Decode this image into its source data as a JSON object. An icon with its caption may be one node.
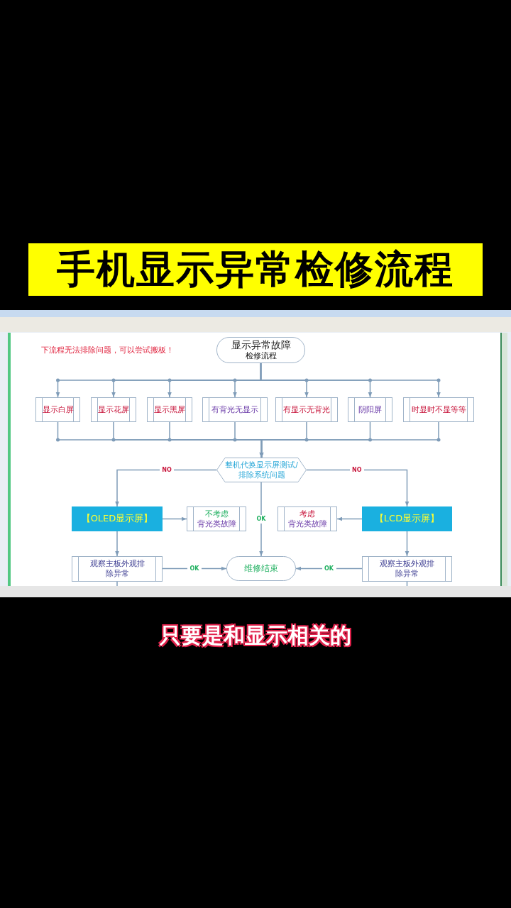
{
  "diagram": {
    "title": "手机显示异常检修流程",
    "caption": "只要是和显示相关的",
    "nodes": [
      {
        "text": [
          "显示异常故障",
          "检修流程"
        ]
      },
      {
        "text": [
          "显示白屏"
        ]
      },
      {
        "text": [
          "显示花屏"
        ]
      },
      {
        "text": [
          "显示黑屏"
        ]
      },
      {
        "text": [
          "有背光无显示"
        ]
      },
      {
        "text": [
          "有显示无背光"
        ]
      },
      {
        "text": [
          "阴阳屏"
        ]
      },
      {
        "text": [
          "时显时不显等等"
        ]
      },
      {
        "text": [
          "整机代换显示屏测试/排除系统问题"
        ]
      },
      {
        "text": [
          "【OLED显示屏】"
        ]
      },
      {
        "text": [
          "不考虑",
          "背光类故障"
        ]
      },
      {
        "text": [
          "考虑",
          "背光类故障"
        ]
      },
      {
        "text": [
          "【LCD显示屏】"
        ]
      },
      {
        "text": [
          "观察主板外观排除异常"
        ]
      },
      {
        "text": [
          "维修结束"
        ]
      },
      {
        "text": [
          "观察主板外观排除异常"
        ]
      }
    ],
    "edges": [
      {
        "from": 0,
        "to": 1,
        "arrow": "to"
      },
      {
        "from": 0,
        "to": 2,
        "arrow": "to"
      },
      {
        "from": 0,
        "to": 3,
        "arrow": "to"
      },
      {
        "from": 0,
        "to": 4,
        "arrow": "to"
      },
      {
        "from": 0,
        "to": 5,
        "arrow": "to"
      },
      {
        "from": 0,
        "to": 6,
        "arrow": "to"
      },
      {
        "from": 0,
        "to": 7,
        "arrow": "to"
      },
      {
        "from": 1,
        "to": 8,
        "arrow": "to"
      },
      {
        "from": 2,
        "to": 8,
        "arrow": "to"
      },
      {
        "from": 3,
        "to": 8,
        "arrow": "to"
      },
      {
        "from": 4,
        "to": 8,
        "arrow": "to"
      },
      {
        "from": 5,
        "to": 8,
        "arrow": "to"
      },
      {
        "from": 6,
        "to": 8,
        "arrow": "to"
      },
      {
        "from": 7,
        "to": 8,
        "arrow": "to"
      },
      {
        "from": 8,
        "to": 9,
        "arrow": "to",
        "label": "NO"
      },
      {
        "from": 8,
        "to": 12,
        "arrow": "to",
        "label": "NO"
      },
      {
        "from": 8,
        "to": 14,
        "arrow": "to",
        "label": "OK"
      },
      {
        "from": 9,
        "to": 10,
        "arrow": "to"
      },
      {
        "from": 12,
        "to": 11,
        "arrow": "to"
      },
      {
        "from": 9,
        "to": 13,
        "arrow": "to"
      },
      {
        "from": 12,
        "to": 15,
        "arrow": "to"
      },
      {
        "from": 13,
        "to": 14,
        "arrow": "to",
        "label": "OK"
      },
      {
        "from": 15,
        "to": 14,
        "arrow": "to",
        "label": "OK"
      },
      {
        "from": 13,
        "to": null,
        "arrow": "none"
      },
      {
        "from": 15,
        "to": null,
        "arrow": "none"
      }
    ],
    "labels": [
      "下流程无法排除问题，可以尝试搬板！"
    ]
  }
}
